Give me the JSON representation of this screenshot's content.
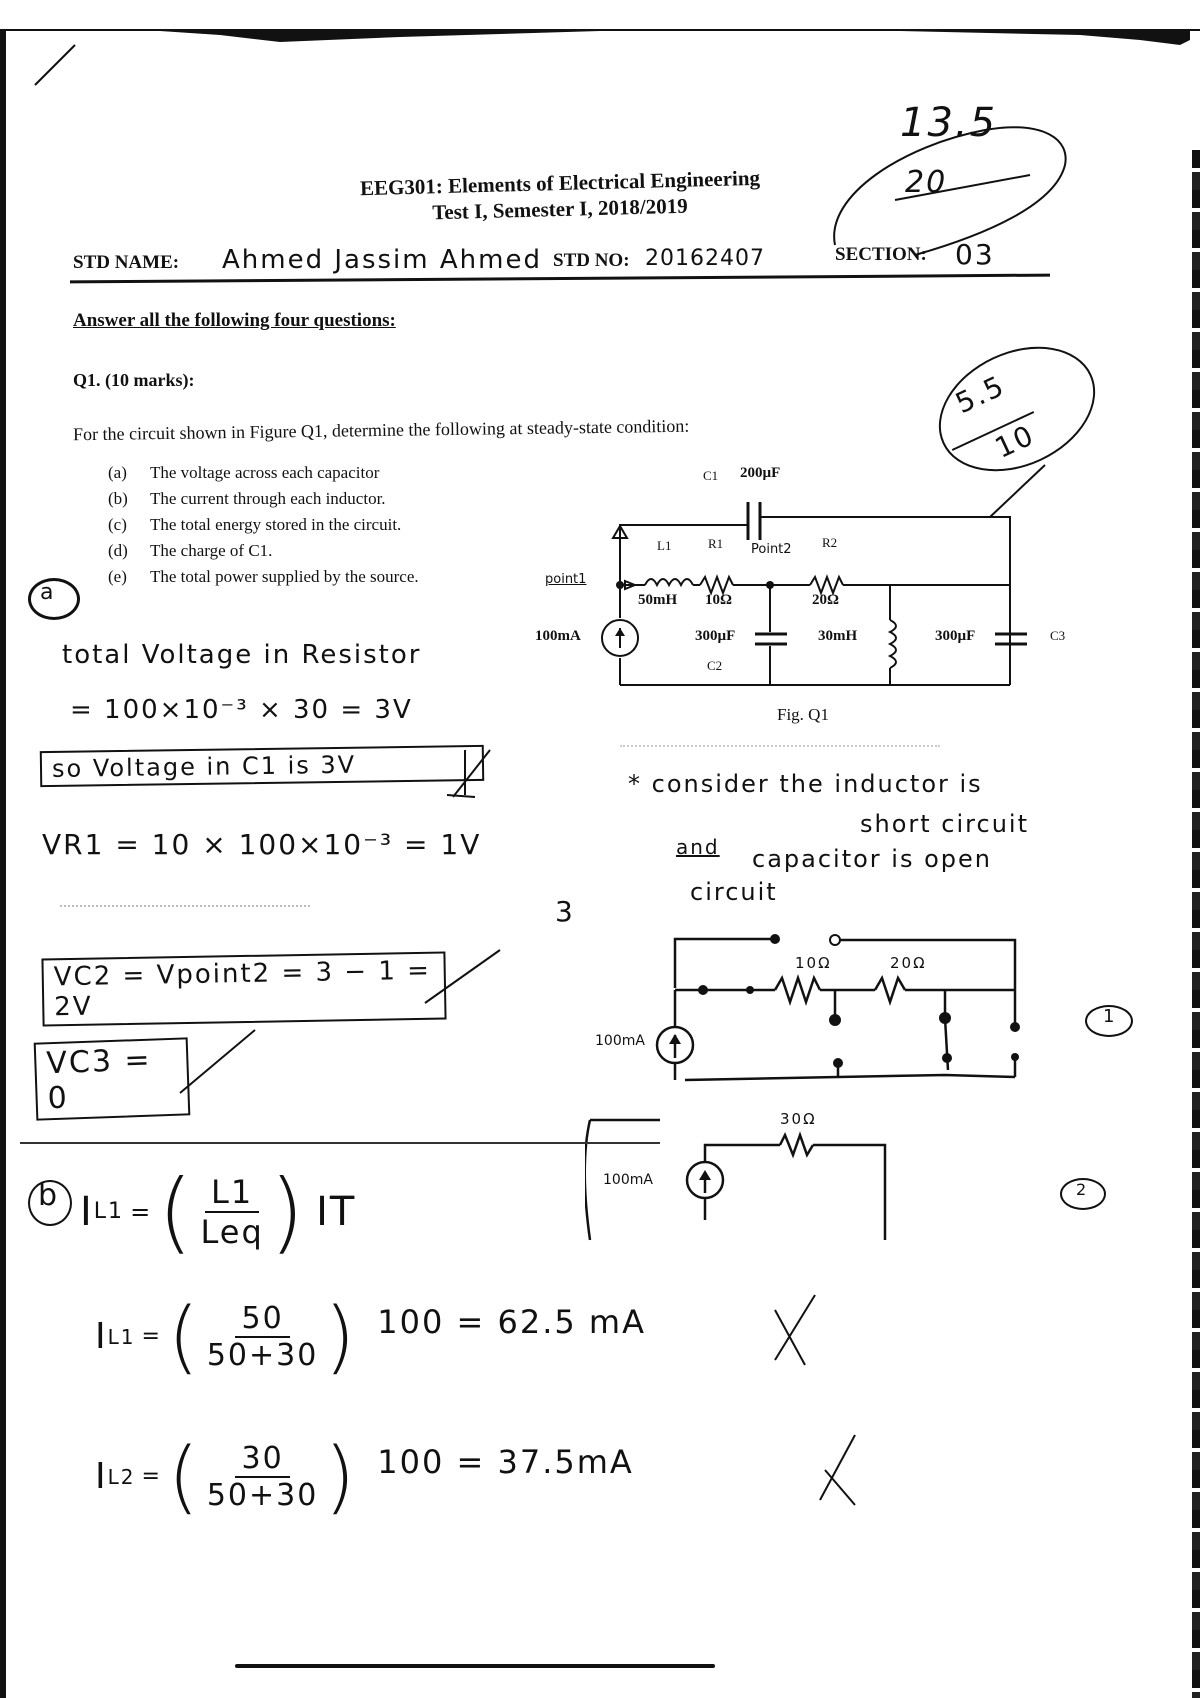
{
  "header": {
    "course_title": "EEG301: Elements of Electrical Engineering",
    "test_title": "Test I, Semester I, 2018/2019"
  },
  "grade": {
    "total_score": "13.5",
    "total_max": "20",
    "q1_score": "5.5",
    "q1_max": "10"
  },
  "student": {
    "name_label": "STD NAME:",
    "name_value": "Ahmed Jassim Ahmed",
    "number_label": "STD NO:",
    "number_value": "20162407",
    "section_label": "SECTION:",
    "section_value": "03"
  },
  "instructions": "Answer all the following four questions:",
  "question1": {
    "title": "Q1. (10 marks):",
    "prompt": "For the circuit shown in Figure Q1, determine the following at steady-state condition:",
    "parts": [
      {
        "label": "(a)",
        "text": "The voltage across each capacitor"
      },
      {
        "label": "(b)",
        "text": "The current through each inductor."
      },
      {
        "label": "(c)",
        "text": "The total energy stored in the circuit."
      },
      {
        "label": "(d)",
        "text": "The charge of C1."
      },
      {
        "label": "(e)",
        "text": "The total power supplied by the source."
      }
    ]
  },
  "figure": {
    "caption": "Fig. Q1",
    "c1_name": "C1",
    "c1_value": "200µF",
    "l1_name": "L1",
    "l1_value": "50mH",
    "r1_name": "R1",
    "r1_value": "10Ω",
    "r2_name": "R2",
    "r2_value": "20Ω",
    "c2_name": "C2",
    "c2_value": "300µF",
    "l2_value": "30mH",
    "c3_name": "C3",
    "c3_value": "300µF",
    "source_value": "100mA",
    "point1_label": "point1",
    "point2_label": "Point2"
  },
  "answer": {
    "part_a_label": "a",
    "line1": "total Voltage in Resistor",
    "line2": "= 100×10⁻³ × 30 = 3V",
    "boxed_c1": "so Voltage in C1 is   3V",
    "vr1": "VR1 = 10 × 100×10⁻³ = 1V",
    "vc2": "VC2 = Vpoint2 = 3 − 1 = 2V",
    "vc3": "VC3 = 0",
    "margin_note": "3",
    "note_line1": "* consider the inductor is",
    "note_line2": "short circuit",
    "note_and": "and",
    "note_line3": "capacitor is open",
    "note_line4": "circuit",
    "sketch1_source": "100mA",
    "sketch1_r1": "10Ω",
    "sketch1_r2": "20Ω",
    "sketch1_step": "1",
    "sketch2_source": "100mA",
    "sketch2_r": "30Ω",
    "sketch2_step": "2",
    "part_b_label": "b",
    "il1_formula_lhs": "I",
    "il1_formula_sub": "L1",
    "il1_formula_num": "L1",
    "il1_formula_den": "Leq",
    "il1_formula_rhs": "IT",
    "il1_num": "50",
    "il1_den": "50+30",
    "il1_result": "100 = 62.5 mA",
    "il2_num": "30",
    "il2_den": "50+30",
    "il2_result": "100 = 37.5mA"
  }
}
